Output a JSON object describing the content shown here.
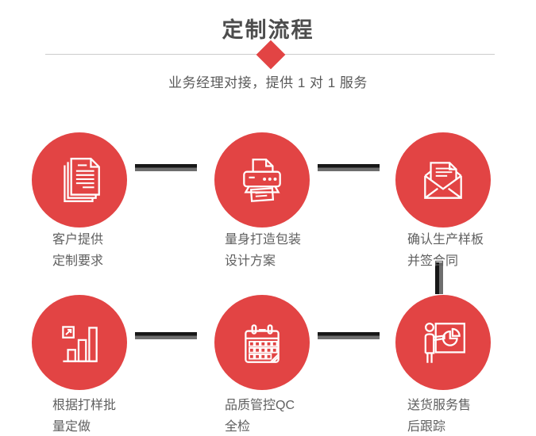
{
  "header": {
    "title": "定制流程",
    "subtitle": "业务经理对接，提供 1 对 1 服务"
  },
  "colors": {
    "accent": "#e24444",
    "title_gray": "#4d4d4d",
    "subtitle_gray": "#595959",
    "label_gray": "#5f5f5f",
    "divider": "#cccccc",
    "connector_dark": "#171717",
    "connector_gray": "#6e6e6e",
    "icon_stroke": "#ffffff"
  },
  "steps": [
    {
      "icon": "documents-icon",
      "line1": "客户提供",
      "line2": "定制要求"
    },
    {
      "icon": "printer-icon",
      "line1": "量身打造包装",
      "line2": "设计方案"
    },
    {
      "icon": "envelope-icon",
      "line1": "确认生产样板",
      "line2": "并签合同"
    },
    {
      "icon": "bar-chart-icon",
      "line1": "根据打样批",
      "line2": "量定做"
    },
    {
      "icon": "calendar-icon",
      "line1": "品质管控QC",
      "line2": "全检"
    },
    {
      "icon": "presentation-icon",
      "line1": "送货服务售",
      "line2": "后跟踪"
    }
  ]
}
